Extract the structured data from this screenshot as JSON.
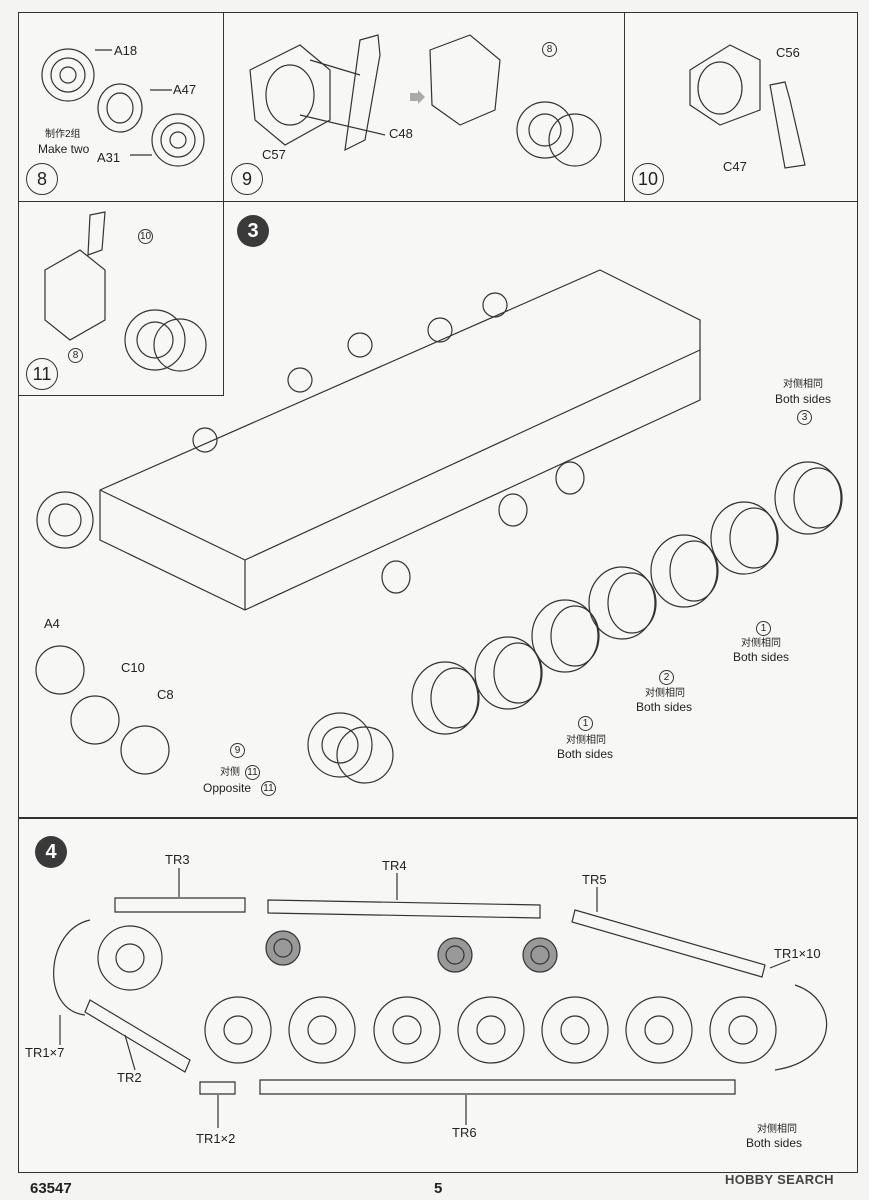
{
  "step8": {
    "number": "8",
    "parts": [
      "A18",
      "A47",
      "A31"
    ],
    "note_cn": "制作2组",
    "note_en": "Make two"
  },
  "step9": {
    "number": "9",
    "parts": [
      "C57",
      "C48"
    ],
    "ref": "8"
  },
  "step10": {
    "number": "10",
    "parts": [
      "C56",
      "C47"
    ]
  },
  "step11": {
    "number": "11",
    "refs": [
      "10",
      "8"
    ]
  },
  "step3": {
    "number": "3",
    "parts": [
      "A4",
      "C10",
      "C8"
    ],
    "callout_both_sides_cn": "对侧相同",
    "callout_both_sides_en": "Both sides",
    "refs": [
      "3",
      "1",
      "2",
      "1"
    ],
    "sprocket_ref": "9",
    "opposite_cn": "对侧",
    "opposite_ref": "11",
    "opposite_en": "Opposite"
  },
  "step4": {
    "number": "4",
    "parts": [
      "TR3",
      "TR4",
      "TR5",
      "TR1×10",
      "TR1×7",
      "TR2",
      "TR1×2",
      "TR6"
    ],
    "both_sides_cn": "对侧相同",
    "both_sides_en": "Both sides"
  },
  "footer": {
    "kit_no": "63547",
    "page": "5",
    "watermark": "HOBBY SEARCH"
  }
}
